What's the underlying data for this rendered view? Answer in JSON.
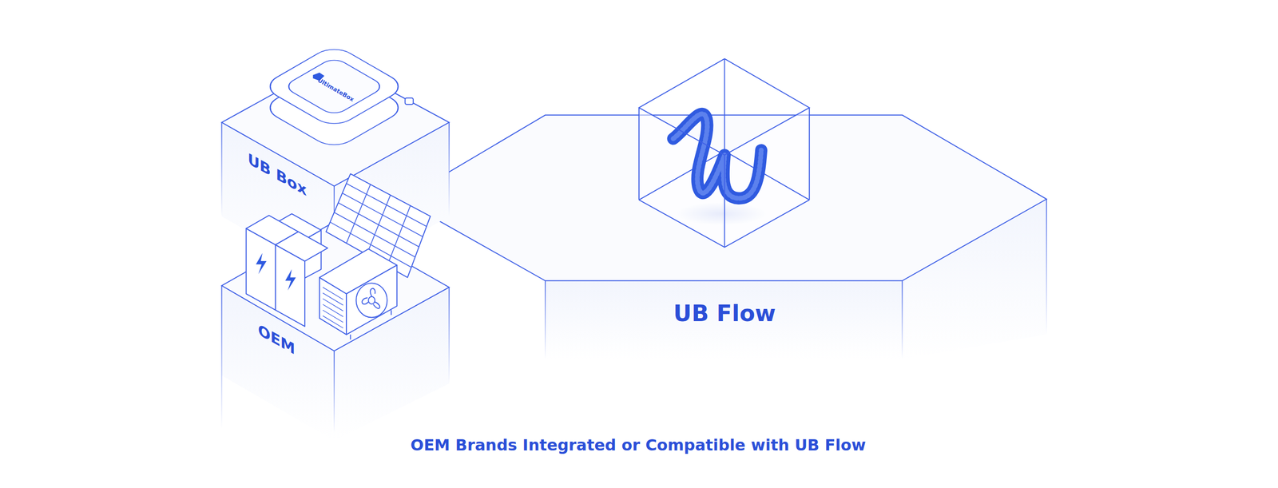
{
  "diagram": {
    "caption": "OEM Brands Integrated or Compatible with UB Flow",
    "nodes": [
      {
        "text": [
          "UB Box"
        ]
      },
      {
        "text": [
          "OEM"
        ]
      },
      {
        "text": [
          "UB Flow"
        ]
      }
    ],
    "labels": [
      "UltimateBox"
    ]
  }
}
